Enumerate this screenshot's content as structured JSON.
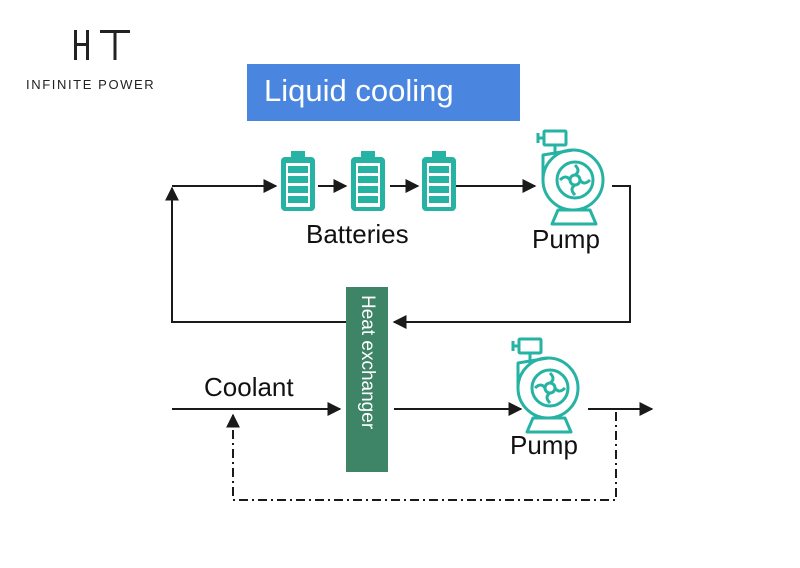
{
  "logo": {
    "mark": "HT",
    "tagline": "INFINITE POWER"
  },
  "title": "Liquid cooling",
  "labels": {
    "batteries": "Batteries",
    "pump_top": "Pump",
    "pump_bottom": "Pump",
    "coolant": "Coolant",
    "heat_exchanger": "Heat exchanger"
  },
  "colors": {
    "title_bg": "#4a86e0",
    "heat_exchanger_bg": "#3e8466",
    "component_teal": "#27b3a4",
    "line": "#1a1a1a"
  },
  "icons": [
    "battery-icon",
    "battery-icon",
    "battery-icon",
    "pump-icon",
    "pump-icon"
  ]
}
